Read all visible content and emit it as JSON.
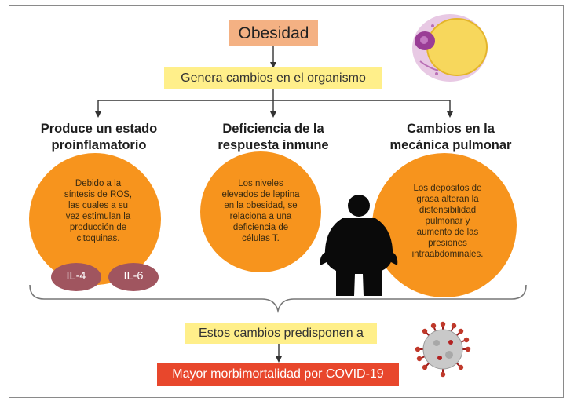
{
  "diagram": {
    "root": "Obesidad",
    "step1": "Genera cambios en el organismo",
    "branches": [
      {
        "heading": [
          "Produce un estado",
          "proinflamatorio"
        ],
        "text": [
          "Debido a la",
          "síntesis de ROS,",
          "las cuales a su",
          "vez estimulan la",
          "producción de",
          "citoquinas."
        ]
      },
      {
        "heading": [
          "Deficiencia de la",
          "respuesta inmune"
        ],
        "text": [
          "Los niveles",
          "elevados de leptina",
          "en la obesidad, se",
          "relaciona a una",
          "deficiencia de",
          "células T."
        ]
      },
      {
        "heading": [
          "Cambios en la",
          "mecánica pulmonar"
        ],
        "text": [
          "Los depósitos de",
          "grasa alteran la",
          "distensibilidad",
          "pulmonar y",
          "aumento de las",
          "presiones",
          "intraabdominales."
        ]
      }
    ],
    "cytokines": [
      "IL-4",
      "IL-6"
    ],
    "step2": "Estos cambios predisponen a",
    "outcome": "Mayor morbimortalidad por COVID-19"
  },
  "colors": {
    "title_fill": "#f4b183",
    "yellow_fill": "#ffef8a",
    "circle_fill": "#f7941d",
    "pill_fill": "#a0555f",
    "outcome_fill": "#e8472c"
  },
  "icons": [
    "fat-cell-icon",
    "obese-person-icon",
    "coronavirus-icon"
  ]
}
